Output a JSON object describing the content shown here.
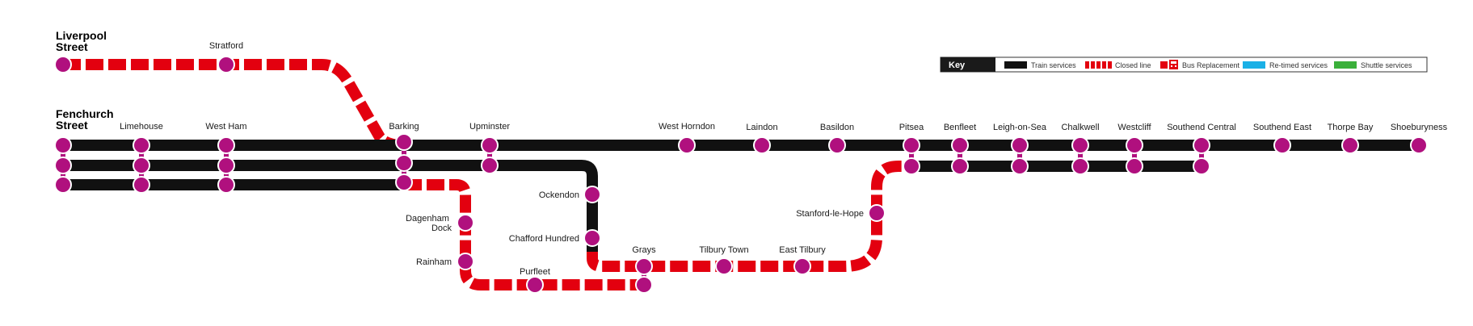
{
  "colors": {
    "train": "#111111",
    "closed": "#e3000f",
    "retimed": "#1ab0e6",
    "shuttle": "#3ab03a",
    "station": "#b0107e",
    "station_ring": "#ffffff"
  },
  "termini": {
    "liverpool_street": [
      "Liverpool",
      "Street"
    ],
    "fenchurch_street": [
      "Fenchurch",
      "Street"
    ]
  },
  "stations": {
    "stratford": "Stratford",
    "limehouse": "Limehouse",
    "west_ham": "West Ham",
    "barking": "Barking",
    "upminster": "Upminster",
    "west_horndon": "West Horndon",
    "laindon": "Laindon",
    "basildon": "Basildon",
    "pitsea": "Pitsea",
    "benfleet": "Benfleet",
    "leigh_on_sea": "Leigh-on-Sea",
    "chalkwell": "Chalkwell",
    "westcliff": "Westcliff",
    "southend_central": "Southend Central",
    "southend_east": "Southend East",
    "thorpe_bay": "Thorpe Bay",
    "shoeburyness": "Shoeburyness",
    "ockendon": "Ockendon",
    "chafford_hundred": "Chafford Hundred",
    "dagenham_dock": [
      "Dagenham",
      "Dock"
    ],
    "rainham": "Rainham",
    "purfleet": "Purfleet",
    "grays": "Grays",
    "tilbury_town": "Tilbury Town",
    "east_tilbury": "East Tilbury",
    "stanford_le_hope": "Stanford-le-Hope"
  },
  "key": {
    "title": "Key",
    "items": [
      {
        "label": "Train services",
        "style": "train"
      },
      {
        "label": "Closed line",
        "style": "closed"
      },
      {
        "label": "Bus Replacement",
        "style": "bus",
        "icon": "bus-icon"
      },
      {
        "label": "Re-timed services",
        "style": "retimed"
      },
      {
        "label": "Shuttle services",
        "style": "shuttle"
      }
    ]
  }
}
